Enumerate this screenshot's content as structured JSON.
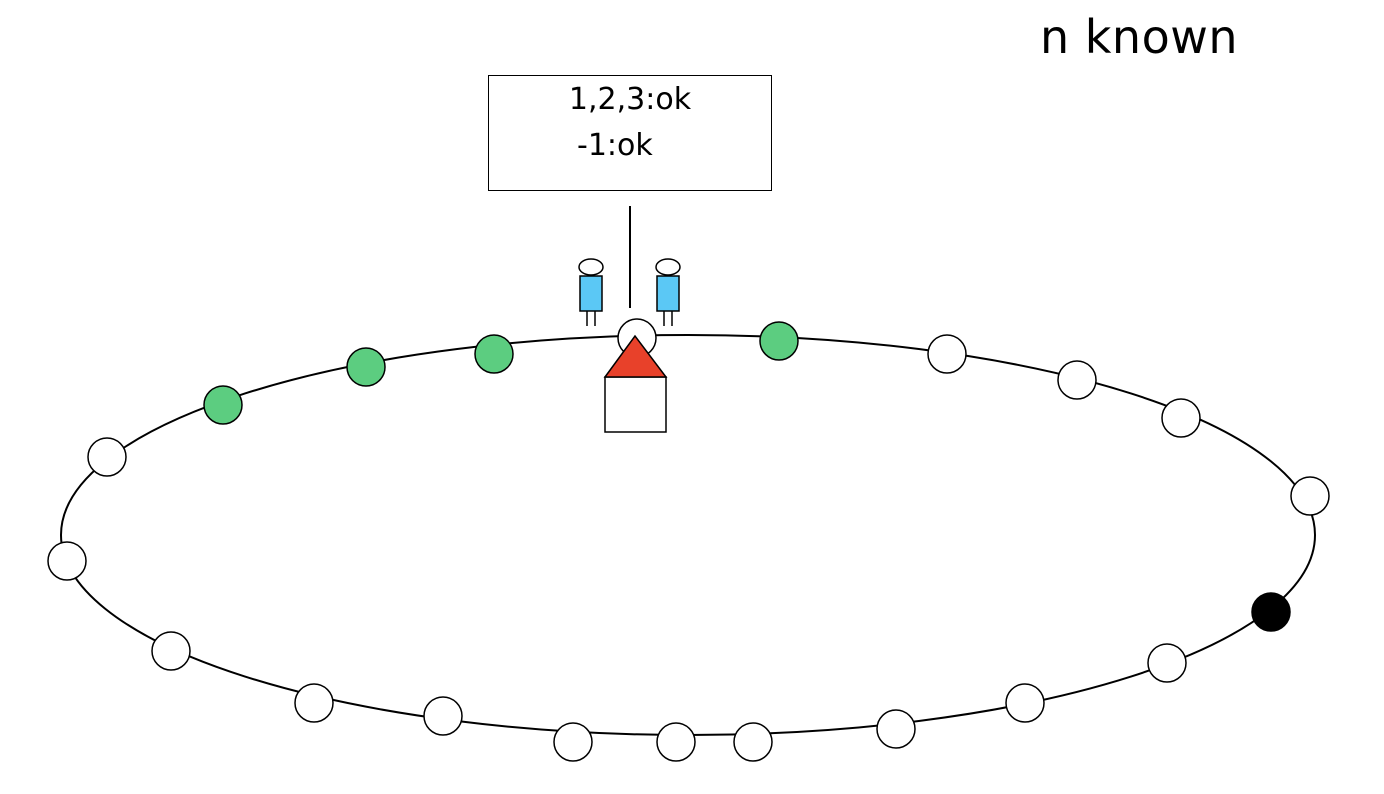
{
  "title": "n known",
  "sign": {
    "line1": "1,2,3:ok",
    "line2": "-1:ok"
  },
  "colors": {
    "visited": "#5ccd80",
    "unvisited": "#ffffff",
    "target": "#000000",
    "roof": "#e8412a",
    "robot_body": "#5bc8f5",
    "stroke": "#000000"
  },
  "ring_nodes": [
    {
      "state": "home"
    },
    {
      "state": "visited"
    },
    {
      "state": "unvisited"
    },
    {
      "state": "unvisited"
    },
    {
      "state": "unvisited"
    },
    {
      "state": "unvisited"
    },
    {
      "state": "target"
    },
    {
      "state": "unvisited"
    },
    {
      "state": "unvisited"
    },
    {
      "state": "unvisited"
    },
    {
      "state": "unvisited"
    },
    {
      "state": "unvisited"
    },
    {
      "state": "unvisited"
    },
    {
      "state": "unvisited"
    },
    {
      "state": "unvisited"
    },
    {
      "state": "unvisited"
    },
    {
      "state": "unvisited"
    },
    {
      "state": "unvisited"
    },
    {
      "state": "visited"
    },
    {
      "state": "visited"
    },
    {
      "state": "visited"
    }
  ],
  "icons": [
    "robot-icon",
    "robot-icon",
    "house-icon"
  ]
}
